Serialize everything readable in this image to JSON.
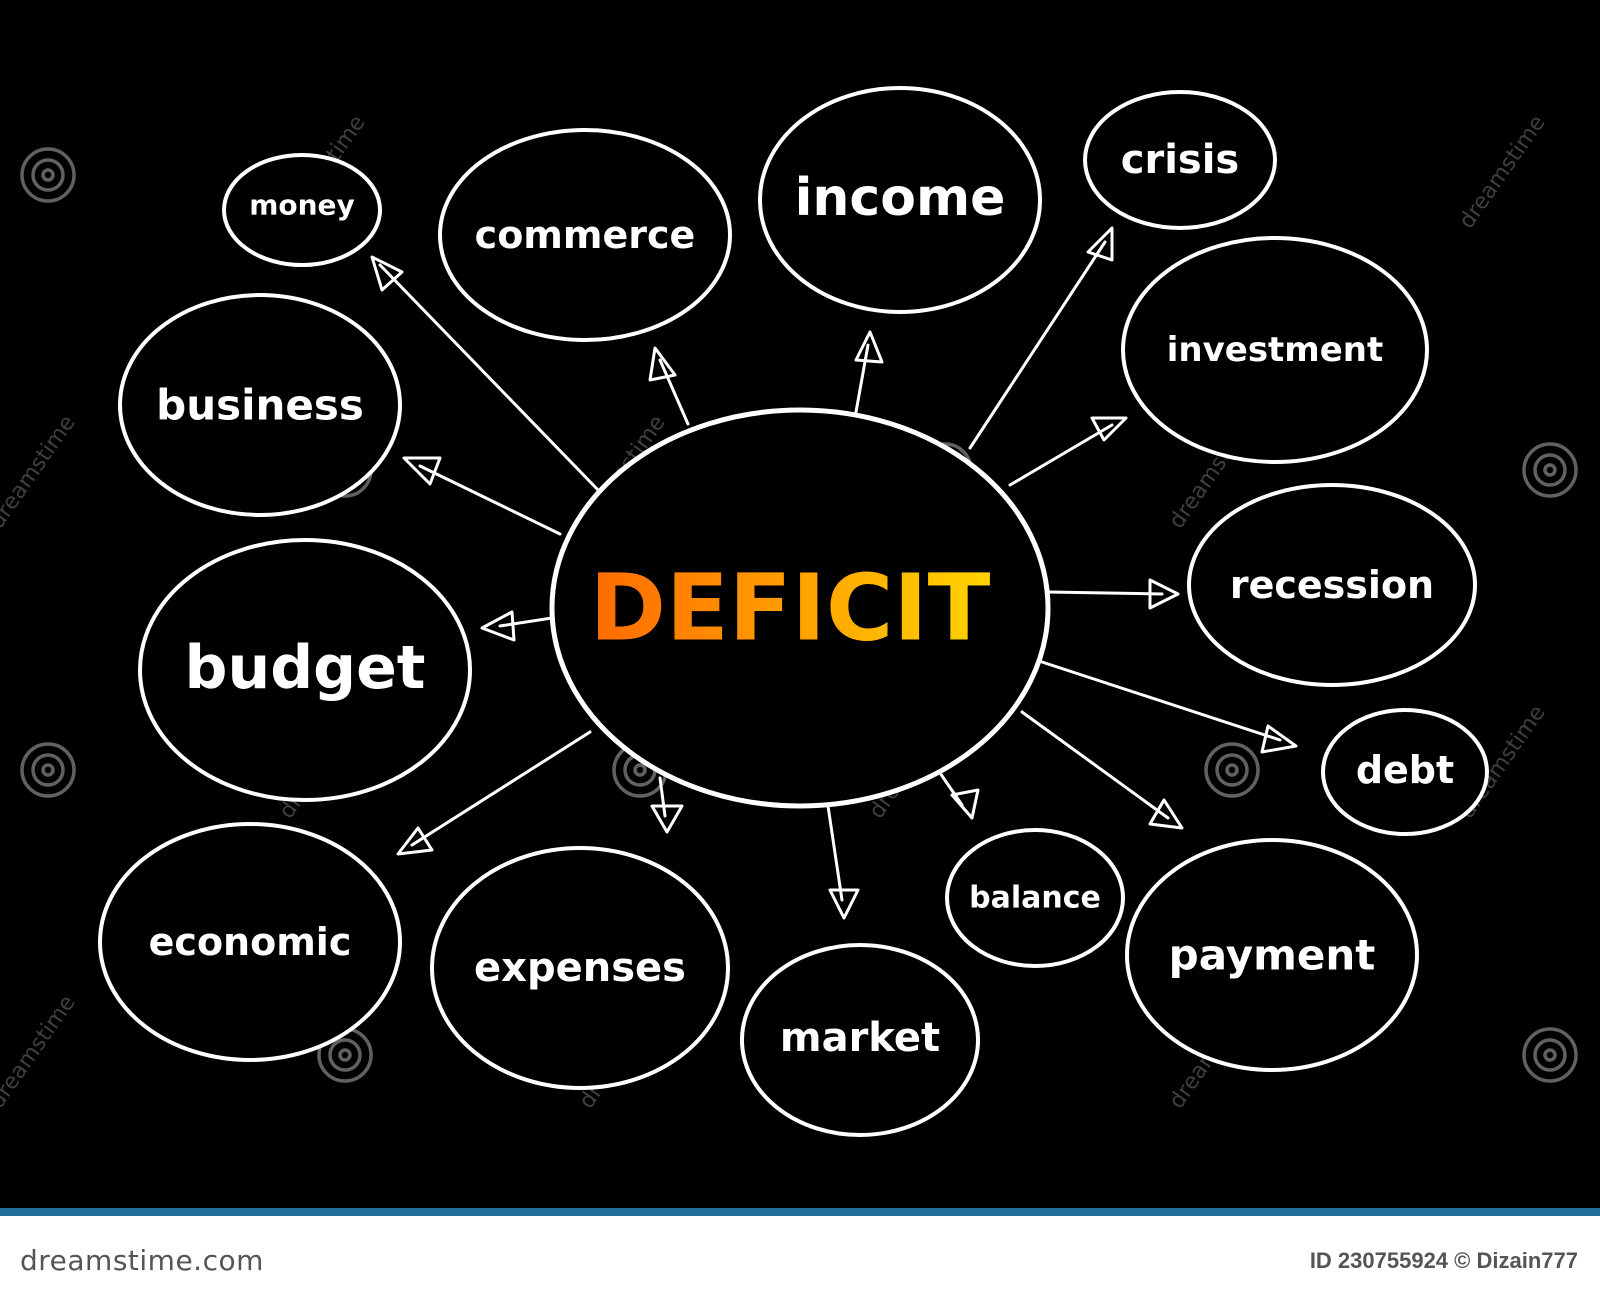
{
  "diagram": {
    "center": "DEFICIT",
    "nodes": {
      "money": "money",
      "commerce": "commerce",
      "income": "income",
      "crisis": "crisis",
      "business": "business",
      "investment": "investment",
      "recession": "recession",
      "budget": "budget",
      "debt": "debt",
      "economic": "economic",
      "expenses": "expenses",
      "market": "market",
      "balance": "balance",
      "payment": "payment"
    },
    "watermark_text": "dreamstime"
  },
  "footer": {
    "site": "dreamstime.com",
    "image_id": "ID 230755924",
    "author": "© Dizain777"
  },
  "colors": {
    "background": "#000000",
    "stroke": "#ffffff",
    "title_gradient_start": "#ff6a00",
    "title_gradient_end": "#ffd400",
    "footer_bar": "#1f6e9c"
  }
}
